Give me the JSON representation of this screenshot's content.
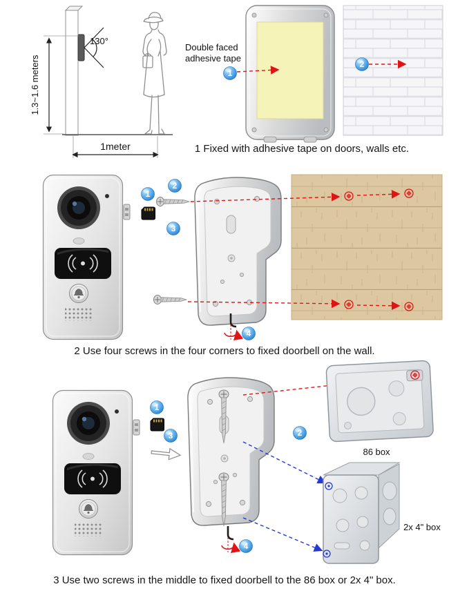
{
  "section1": {
    "angle_label": "130°",
    "height_label": "1.3~1.6 meters",
    "distance_label": "1meter",
    "tape_line1": "Double faced",
    "tape_line2": "adhesive tape",
    "badge_1": "1",
    "badge_2": "2",
    "caption": "1 Fixed with adhesive tape on doors, walls etc."
  },
  "section2": {
    "badge_1": "1",
    "badge_2": "2",
    "badge_3": "3",
    "badge_4": "4",
    "caption": "2 Use four screws in the four corners to fixed doorbell on the wall."
  },
  "section3": {
    "badge_1": "1",
    "badge_2": "2",
    "badge_3": "3",
    "badge_4": "4",
    "box86_label": "86 box",
    "box4_label": "2x 4\" box",
    "caption": "3 Use two screws in the middle to fixed doorbell to the 86 box or 2x 4\" box."
  },
  "colors": {
    "badge_blue": "#2e8fe0",
    "arrow_red": "#e01414",
    "arrow_blue": "#2438d4",
    "tape_yellow": "#f6f3b9",
    "wood_wall": "#dcc7a0"
  }
}
